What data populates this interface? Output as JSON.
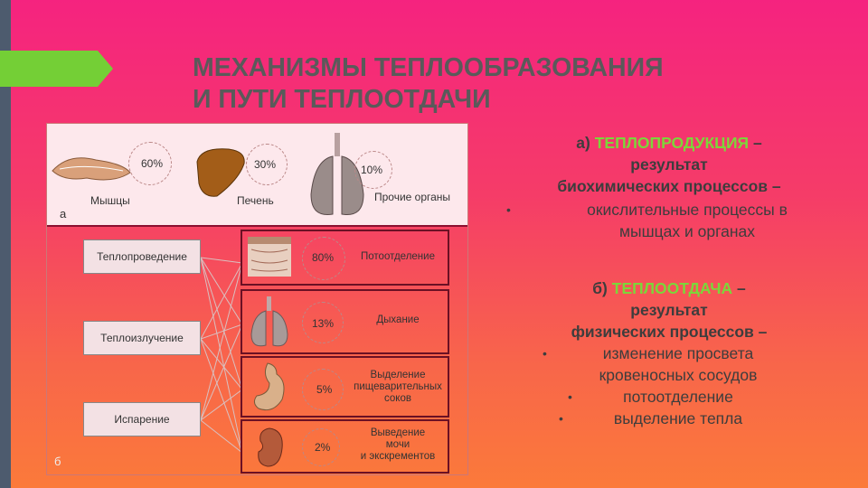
{
  "title": {
    "line1": "МЕХАНИЗМЫ ТЕПЛООБРАЗОВАНИЯ",
    "line2": "И ПУТИ ТЕПЛООТДАЧИ"
  },
  "figure": {
    "top": {
      "label": "а",
      "items": [
        {
          "caption": "Мышцы",
          "percent": "60%"
        },
        {
          "caption": "Печень",
          "percent": "30%"
        },
        {
          "caption": "Прочие органы",
          "percent": "10%"
        }
      ]
    },
    "bottom": {
      "label": "б",
      "modes": [
        "Теплопроведение",
        "Теплоизлучение",
        "Испарение"
      ],
      "paths": [
        {
          "percent": "80%",
          "lines": [
            "Потоотделение"
          ]
        },
        {
          "percent": "13%",
          "lines": [
            "Дыхание"
          ]
        },
        {
          "percent": "5%",
          "lines": [
            "Выделение",
            "пищеварительных",
            "соков"
          ]
        },
        {
          "percent": "2%",
          "lines": [
            "Выведение",
            "мочи",
            "и экскрементов"
          ]
        }
      ]
    }
  },
  "panel": {
    "a": {
      "prefix": "а)",
      "term": "ТЕПЛОПРОДУКЦИЯ",
      "dash": "–",
      "line2": "результат",
      "line3": "биохимических процессов –",
      "bullets": [
        [
          "окислительные процессы в",
          "мышцах и органах"
        ]
      ]
    },
    "b": {
      "prefix": "б)",
      "term": "ТЕПЛООТДАЧА",
      "dash": "–",
      "line2": "результат",
      "line3": "физических процессов –",
      "bullets": [
        [
          "изменение просвета",
          "кровеносных сосудов"
        ],
        [
          "потоотделение"
        ],
        [
          "выделение тепла"
        ]
      ]
    }
  },
  "colors": {
    "accent_green": "#7cd63a",
    "title_gray": "#5a5a5a",
    "sidebar": "#4d5b6e"
  }
}
